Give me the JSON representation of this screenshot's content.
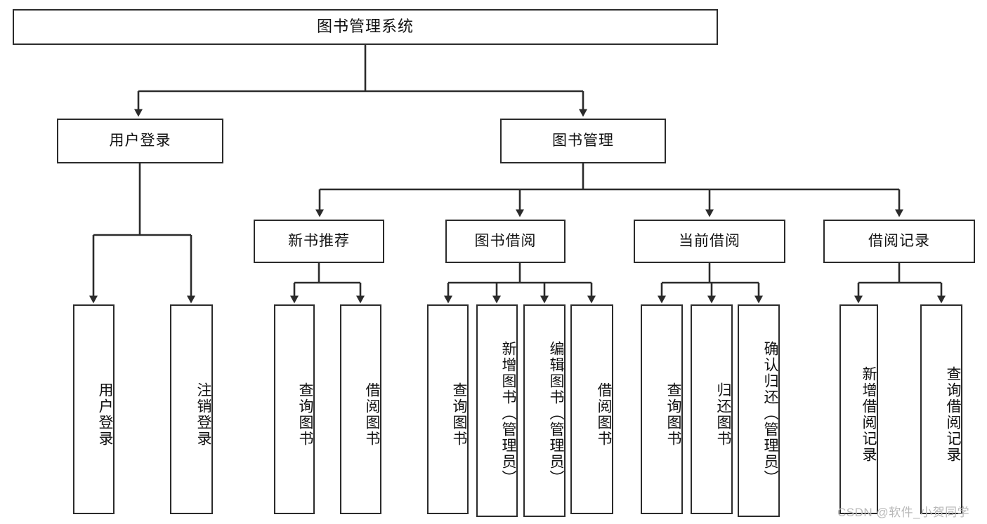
{
  "diagram": {
    "title": "图书管理系统",
    "type": "functional-structure-tree",
    "stroke_color": "#2b2b2b",
    "fill_color": "#ffffff",
    "text_color": "#111111"
  },
  "nodes": {
    "root": {
      "label": "图书管理系统"
    },
    "level2": [
      {
        "label": "用户登录"
      },
      {
        "label": "图书管理"
      }
    ],
    "level3": [
      {
        "label": "新书推荐"
      },
      {
        "label": "图书借阅"
      },
      {
        "label": "当前借阅"
      },
      {
        "label": "借阅记录"
      }
    ],
    "leaves": {
      "user_login": [
        {
          "label": "用户登录"
        },
        {
          "label": "注销登录"
        }
      ],
      "new_book_recommend": [
        {
          "label": "查询图书"
        },
        {
          "label": "借阅图书"
        }
      ],
      "book_borrow": [
        {
          "label": "查询图书"
        },
        {
          "label": "新增图书（管理员）"
        },
        {
          "label": "编辑图书（管理员）"
        },
        {
          "label": "借阅图书"
        }
      ],
      "current_borrow": [
        {
          "label": "查询图书"
        },
        {
          "label": "归还图书"
        },
        {
          "label": "确认归还（管理员）"
        }
      ],
      "borrow_records": [
        {
          "label": "新增借阅记录"
        },
        {
          "label": "查询借阅记录"
        }
      ]
    }
  },
  "watermark": {
    "text": "CSDN @软件_小贺同学"
  }
}
